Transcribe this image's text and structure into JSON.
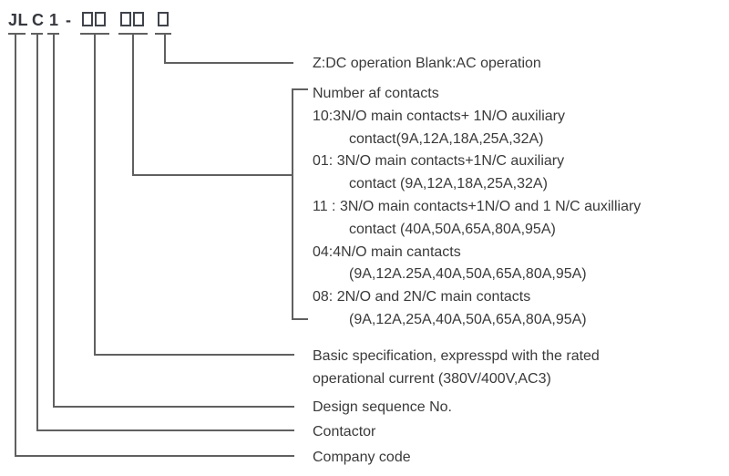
{
  "header": {
    "code_parts": [
      {
        "text": "JL"
      },
      {
        "text": "C"
      },
      {
        "text": "1"
      },
      {
        "text": "-"
      }
    ],
    "placeholder_box_groups": [
      2,
      2,
      1
    ]
  },
  "annotations": {
    "operation": "Z:DC operation Blank:AC operation",
    "contacts": {
      "title": "Number af contacts",
      "lines": [
        {
          "text": "10:3N/O main contacts+ 1N/O auxiliary",
          "indent": false
        },
        {
          "text": "contact(9A,12A,18A,25A,32A)",
          "indent": true
        },
        {
          "text": "01: 3N/O main contacts+1N/C auxiliary",
          "indent": false
        },
        {
          "text": "contact (9A,12A,18A,25A,32A)",
          "indent": true
        },
        {
          "text": "11 : 3N/O main contacts+1N/O and 1 N/C auxilliary",
          "indent": false
        },
        {
          "text": "contact (40A,50A,65A,80A,95A)",
          "indent": true
        },
        {
          "text": "04:4N/O main cantacts",
          "indent": false
        },
        {
          "text": "(9A,12A.25A,40A,50A,65A,80A,95A)",
          "indent": true
        },
        {
          "text": "08: 2N/O and 2N/C main contacts",
          "indent": false
        },
        {
          "text": "(9A,12A,25A,40A,50A,65A,80A,95A)",
          "indent": true
        }
      ]
    },
    "basic_spec": {
      "line1": "Basic specification, expresspd with the rated",
      "line2": "operational current (380V/400V,AC3)"
    },
    "design_sequence": "Design sequence No.",
    "contactor": "Contactor",
    "company_code": "Company code"
  },
  "colors": {
    "line": "#606060",
    "text": "#3a3a3a",
    "header_text": "#36383e",
    "box_border": "#40434b",
    "background": "#ffffff"
  }
}
